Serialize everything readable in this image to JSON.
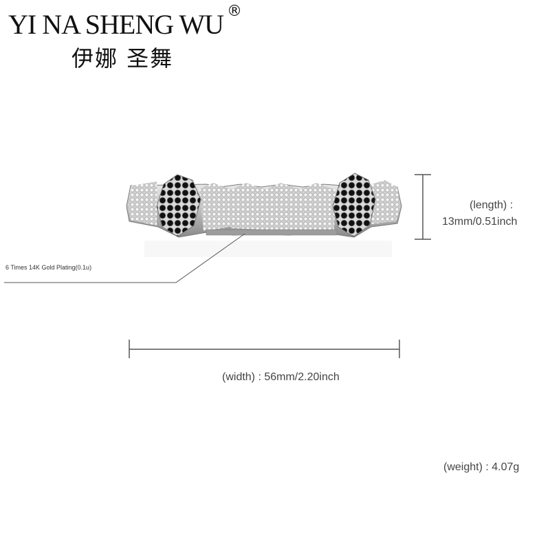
{
  "brand": {
    "name": "YI NA SHENG WU",
    "registered": "®",
    "chinese": "伊娜 圣舞"
  },
  "annotations": {
    "plating": "6 Times  14K  Gold  Plating(0.1u)",
    "length_label": "(length) :",
    "length_value": "13mm/0.51inch",
    "width": "(width) : 56mm/2.20inch",
    "weight": "(weight) : 4.07g"
  },
  "colors": {
    "metal": "#c9c9c9",
    "stone_black": "#111111",
    "stone_clear": "#f4f4f4"
  }
}
